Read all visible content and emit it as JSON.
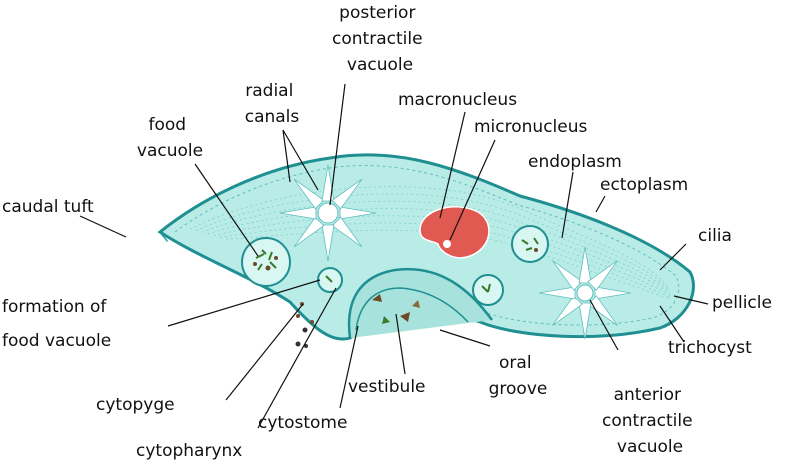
{
  "labels": {
    "posterior_contractile_vacuole": [
      "posterior",
      "contractile",
      "vacuole"
    ],
    "radial_canals": [
      "radial",
      "canals"
    ],
    "macronucleus": "macronucleus",
    "micronucleus": "micronucleus",
    "food_vacuole": [
      "food",
      "vacuole"
    ],
    "endoplasm": "endoplasm",
    "ectoplasm": "ectoplasm",
    "caudal_tuft": "caudal tuft",
    "cilia": "cilia",
    "formation_of_food_vacuole": [
      "formation of",
      "food vacuole"
    ],
    "pellicle": "pellicle",
    "trichocyst": "trichocyst",
    "oral_groove": [
      "oral",
      "groove"
    ],
    "cytopyge": "cytopyge",
    "vestibule": "vestibule",
    "anterior_contractile_vacuole": [
      "anterior",
      "contractile",
      "vacuole"
    ],
    "cytostome": "cytostome",
    "cytopharynx": "cytopharynx"
  },
  "colors": {
    "body_fill": "#b9ece6",
    "outline": "#1f8f92",
    "cilia": "#2aa3a6",
    "nucleus": "#e15a52",
    "vacuole_fill": "#d8f6f2",
    "food_particle": "#6b4a2a",
    "food_green": "#3a7a2a",
    "label_text": "#111111"
  }
}
